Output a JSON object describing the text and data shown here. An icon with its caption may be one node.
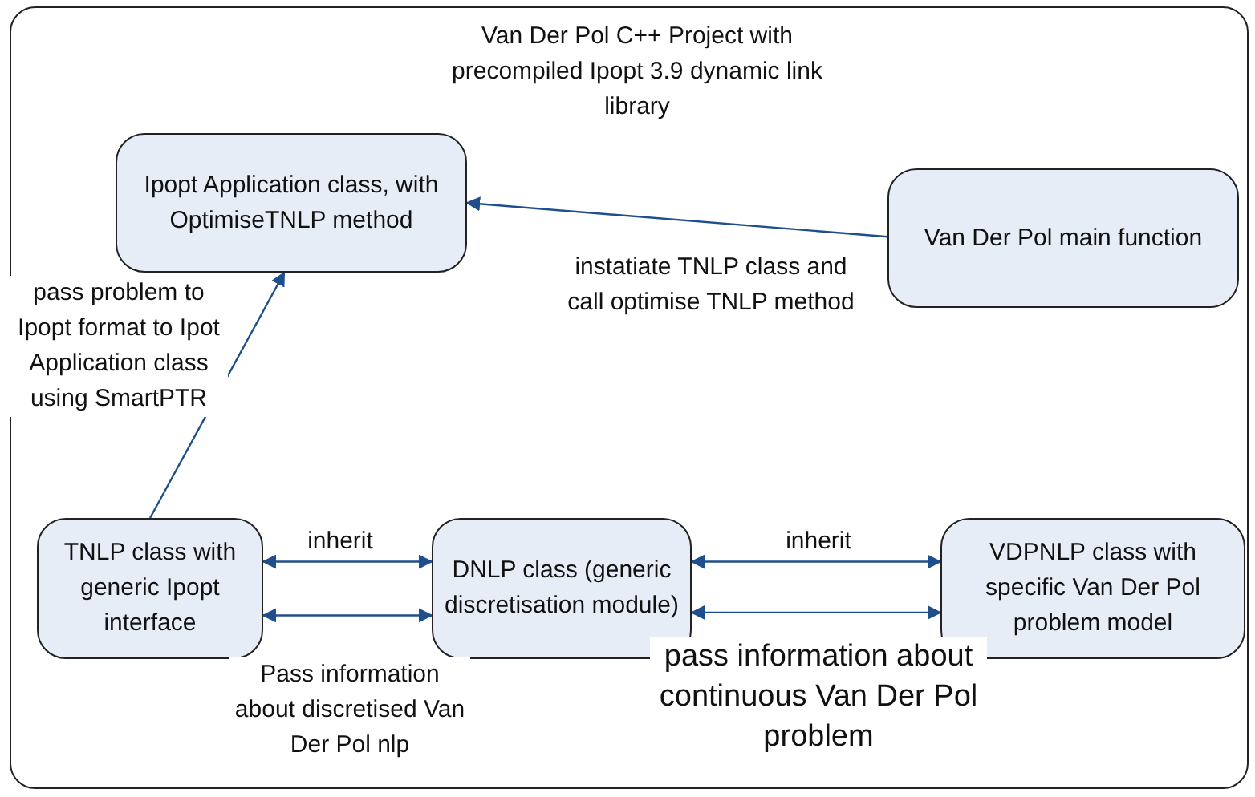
{
  "diagram": {
    "nodes": [
      {
        "text": [
          "Van Der Pol C++ Project with precompiled Ipopt 3.9 dynamic link library"
        ]
      },
      {
        "text": [
          "Ipopt Application class, with OptimiseTNLP method"
        ],
        "in": 0
      },
      {
        "text": [
          "Van Der Pol main function"
        ],
        "in": 0
      },
      {
        "text": [
          "TNLP class with generic Ipopt interface"
        ],
        "in": 0
      },
      {
        "text": [
          "DNLP class (generic discretisation module)"
        ],
        "in": 0
      },
      {
        "text": [
          "VDPNLP class with specific Van Der Pol problem model"
        ],
        "in": 0
      }
    ],
    "edges": [
      {
        "from": 2,
        "to": 1,
        "arrow": "to",
        "label": "instatiate TNLP class and call optimise TNLP method"
      },
      {
        "from": 3,
        "to": 1,
        "arrow": "to",
        "label": "pass problem to Ipopt format to Ipot Application class using SmartPTR"
      },
      {
        "from": 3,
        "to": 4,
        "arrow": "both",
        "label": "inherit"
      },
      {
        "from": 3,
        "to": 4,
        "arrow": "both",
        "label": "Pass information about discretised Van Der Pol nlp"
      },
      {
        "from": 4,
        "to": 5,
        "arrow": "both",
        "label": "inherit"
      },
      {
        "from": 4,
        "to": 5,
        "arrow": "both",
        "label": "pass information about continuous Van Der Pol problem"
      }
    ]
  }
}
